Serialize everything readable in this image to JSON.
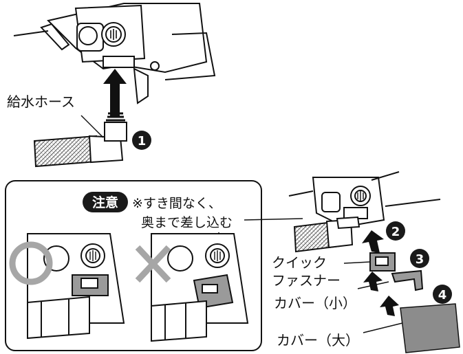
{
  "labels": {
    "hose": "給水ホース",
    "caution_badge": "注意",
    "caution_line1": "※すき間なく、",
    "caution_line2": "奥まで差し込む",
    "fastener_line1": "クイック",
    "fastener_line2": "ファスナー",
    "cover_small": "カバー（小）",
    "cover_large": "カバー（大）"
  },
  "steps": [
    "1",
    "2",
    "3",
    "4"
  ],
  "marks": {
    "correct": "correct-circle",
    "wrong": "wrong-cross"
  },
  "colors": {
    "line": "#111111",
    "step_bg": "#1a1a1a",
    "mark_gray": "#a6a6a6",
    "cover_gray": "#8c8c8c",
    "part_gray": "#9a9a9a"
  }
}
